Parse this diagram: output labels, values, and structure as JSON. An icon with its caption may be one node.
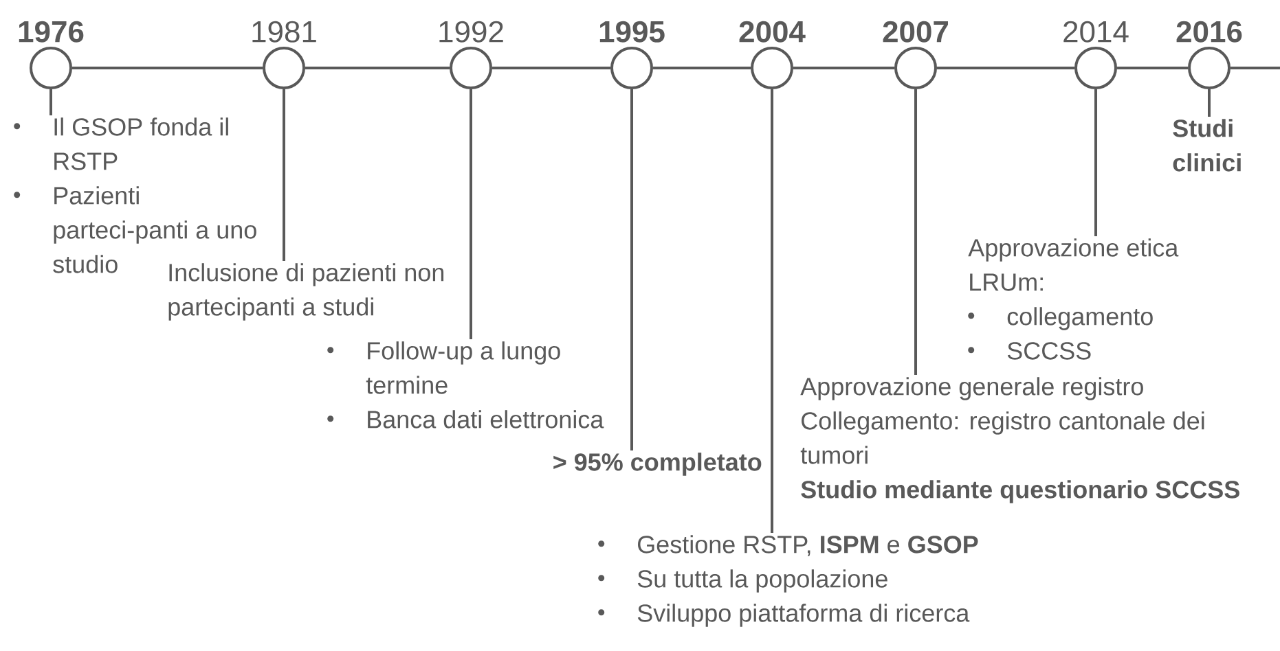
{
  "diagram": {
    "nodes": [
      {
        "text": [
          "1976"
        ]
      },
      {
        "text": [
          "1981"
        ]
      },
      {
        "text": [
          "1992"
        ]
      },
      {
        "text": [
          "1995"
        ]
      },
      {
        "text": [
          "2004"
        ]
      },
      {
        "text": [
          "2007"
        ]
      },
      {
        "text": [
          "2014"
        ]
      },
      {
        "text": [
          "2016"
        ]
      },
      {
        "text": [
          "Il GSOP fonda il RSTP",
          "Pazienti parteci-panti a uno studio"
        ]
      },
      {
        "text": [
          "Inclusione di pazienti non partecipanti a studi"
        ]
      },
      {
        "text": [
          "Follow-up a lungo termine",
          "Banca dati elettronica"
        ]
      },
      {
        "text": [
          "> 95% completato"
        ]
      },
      {
        "text": [
          "Gestione RSTP, **ISPM** e **GSOP**",
          "Su tutta la popolazione",
          "Sviluppo piattaforma di ricerca"
        ]
      },
      {
        "text": [
          "Approvazione generale registro",
          "Collegamento: registro cantonale dei tumori",
          "Studio mediante questionario SCCSS"
        ]
      },
      {
        "text": [
          "Approvazione etica LRUm:",
          "collegamento",
          "SCCSS"
        ]
      },
      {
        "text": [
          "Studi clinici"
        ]
      }
    ],
    "edges": [
      {
        "from": 0,
        "to": 1,
        "arrow": "none"
      },
      {
        "from": 1,
        "to": 2,
        "arrow": "none"
      },
      {
        "from": 2,
        "to": 3,
        "arrow": "none"
      },
      {
        "from": 3,
        "to": 4,
        "arrow": "none"
      },
      {
        "from": 4,
        "to": 5,
        "arrow": "none"
      },
      {
        "from": 5,
        "to": 6,
        "arrow": "none"
      },
      {
        "from": 6,
        "to": 7,
        "arrow": "none"
      },
      {
        "from": 7,
        "to": null,
        "arrow": "none"
      },
      {
        "from": 0,
        "to": 8,
        "arrow": "none"
      },
      {
        "from": 1,
        "to": 9,
        "arrow": "none"
      },
      {
        "from": 2,
        "to": 10,
        "arrow": "none"
      },
      {
        "from": 3,
        "to": 11,
        "arrow": "none"
      },
      {
        "from": 4,
        "to": 12,
        "arrow": "none"
      },
      {
        "from": 5,
        "to": 13,
        "arrow": "none"
      },
      {
        "from": 6,
        "to": 14,
        "arrow": "none"
      },
      {
        "from": 7,
        "to": 15,
        "arrow": "none"
      }
    ]
  }
}
